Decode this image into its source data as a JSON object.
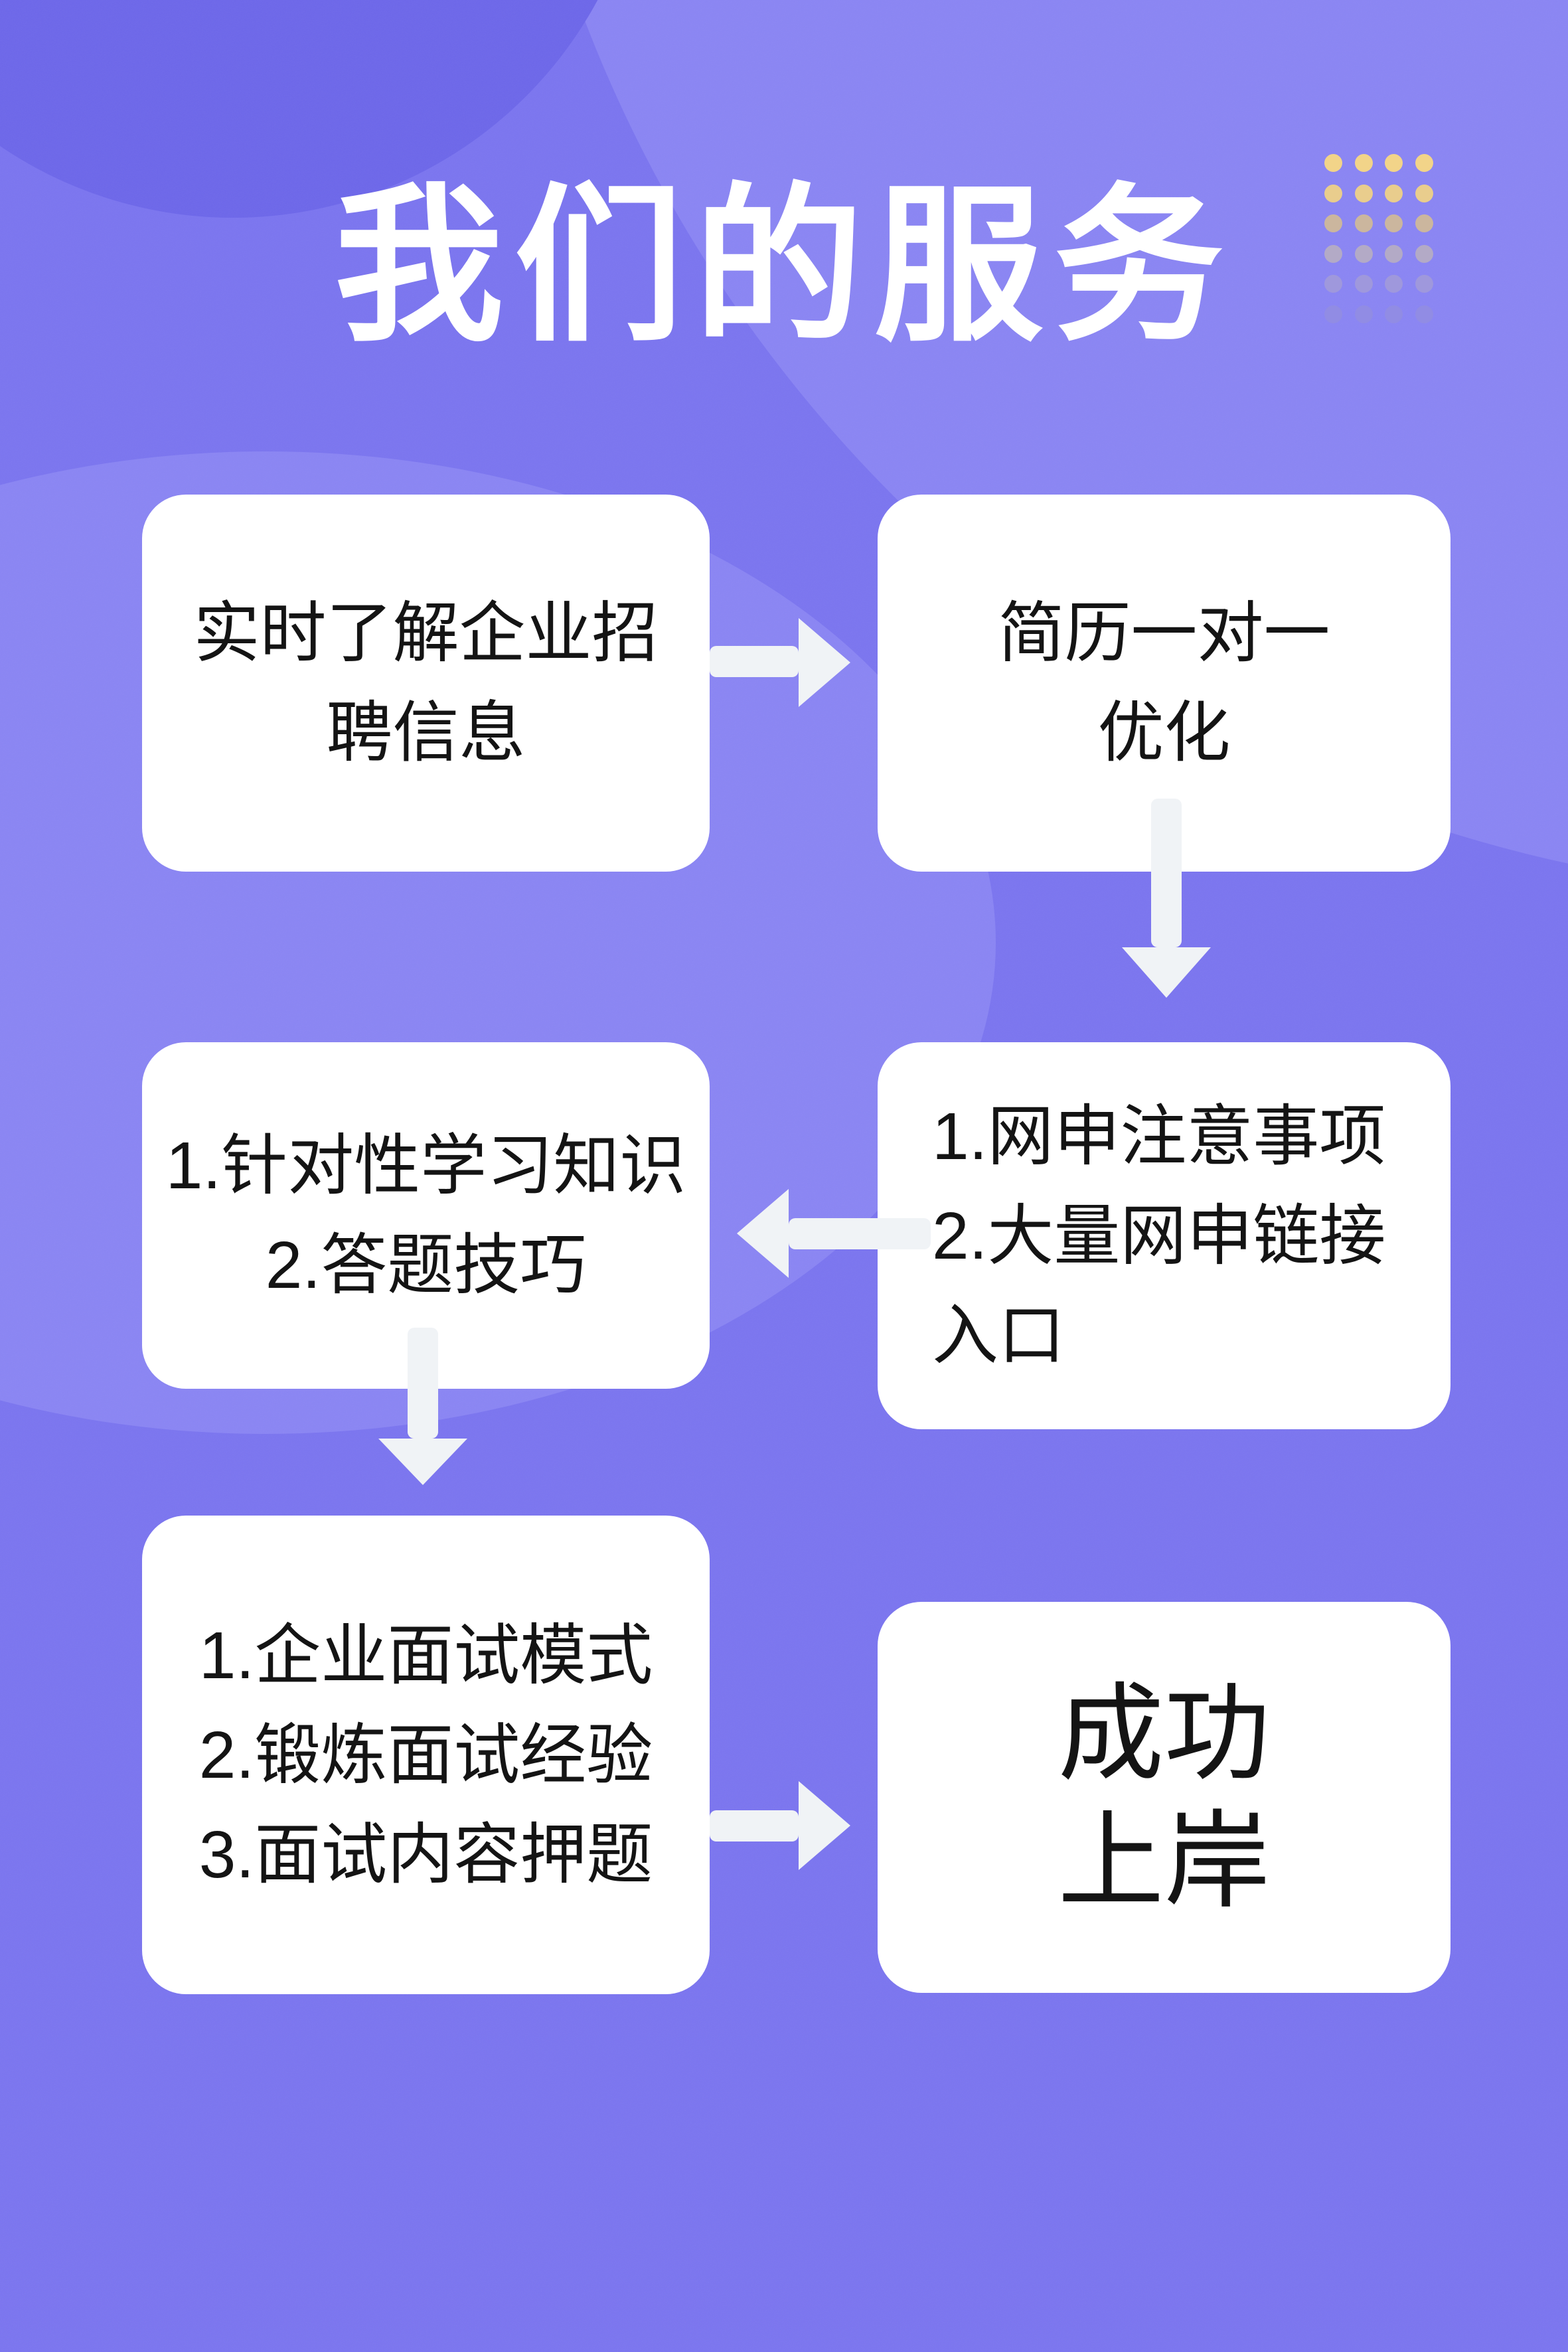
{
  "title": {
    "text": "我们的服务"
  },
  "colors": {
    "background": "#7b75f0",
    "background_dark_blob": "#6d67ea",
    "background_light_blob": "#8a85f4",
    "card": "#ffffff",
    "arrow": "#f0f3f6",
    "card_text": "#141414",
    "title_text": "#ffffff",
    "dot_accent_gold": "#f2d489"
  },
  "decor": {
    "dot_grid": {
      "rows": 6,
      "cols": 4,
      "pitch": 45.5,
      "row_colors": [
        "#f2d489",
        "#e9cd8d",
        "#cbb69e",
        "#b3aac6",
        "#9f98dc",
        "#918ce4"
      ]
    }
  },
  "flow": {
    "boxes": [
      {
        "name": "realtime-recruitment-info",
        "lines": [
          "实时了解企业招",
          "聘信息"
        ]
      },
      {
        "name": "resume-optimization",
        "lines": [
          "简历一对一",
          "优化"
        ]
      },
      {
        "name": "online-application",
        "lines": [
          "1.网申注意事项",
          "2.大量网申链接",
          "入口"
        ]
      },
      {
        "name": "targeted-study",
        "lines": [
          "1.针对性学习知识",
          "2.答题技巧"
        ]
      },
      {
        "name": "interview-prep",
        "lines": [
          "1.企业面试模式",
          "2.锻炼面试经验",
          "3.面试内容押题"
        ]
      },
      {
        "name": "success",
        "lines": [
          "成功",
          "上岸"
        ]
      }
    ],
    "edges": [
      {
        "from": "realtime-recruitment-info",
        "to": "resume-optimization",
        "direction": "right"
      },
      {
        "from": "resume-optimization",
        "to": "online-application",
        "direction": "down"
      },
      {
        "from": "online-application",
        "to": "targeted-study",
        "direction": "left"
      },
      {
        "from": "targeted-study",
        "to": "interview-prep",
        "direction": "down"
      },
      {
        "from": "interview-prep",
        "to": "success",
        "direction": "right"
      }
    ]
  }
}
